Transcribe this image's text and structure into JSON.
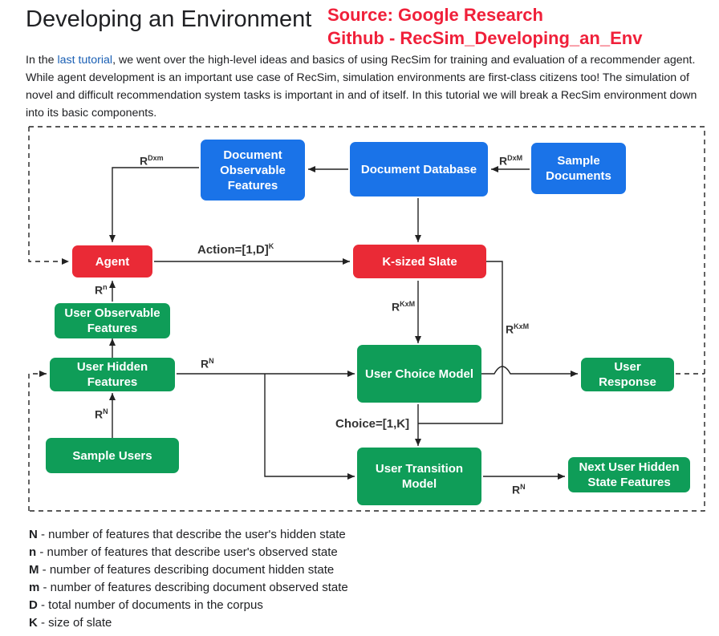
{
  "header": {
    "title": "Developing an Environment",
    "source_line1": "Source: Google Research",
    "source_line2": "Github - RecSim_Developing_an_Env"
  },
  "intro": {
    "before_link": "In the ",
    "link": "last tutorial",
    "after_link": ", we went over the high-level ideas and basics of using RecSim for training and evaluation of a recommender agent. While agent development is an important use case of RecSim, simulation environments are first-class citizens too! The simulation of novel and difficult recommendation system tasks is important in and of itself. In this tutorial we will break a RecSim environment down into its basic components."
  },
  "boxes": {
    "doc_observable": "Document Observable Features",
    "doc_database": "Document Database",
    "sample_documents": "Sample Documents",
    "agent": "Agent",
    "k_sized_slate": "K-sized Slate",
    "user_observable": "User Observable Features",
    "user_hidden": "User Hidden Features",
    "user_choice": "User Choice Model",
    "user_response": "User Response",
    "sample_users": "Sample Users",
    "user_transition": "User Transition Model",
    "next_user_hidden": "Next User Hidden State Features"
  },
  "labels": {
    "r_dxm_left": {
      "base": "R",
      "sup": "Dxm"
    },
    "r_dxm_right": {
      "base": "R",
      "sup": "DxM"
    },
    "action": {
      "base": "Action=[1,D]",
      "sup": "K"
    },
    "r_n_small": {
      "base": "R",
      "sup": "n"
    },
    "r_kxm_center": {
      "base": "R",
      "sup": "KxM"
    },
    "r_kxm_right": {
      "base": "R",
      "sup": "KxM"
    },
    "r_N_hidden": {
      "base": "R",
      "sup": "N"
    },
    "r_N_sample": {
      "base": "R",
      "sup": "N"
    },
    "choice": "Choice=[1,K]",
    "r_N_transition": {
      "base": "R",
      "sup": "N"
    }
  },
  "legend": [
    {
      "sym": "N",
      "text": " - number of features that describe the user's hidden state"
    },
    {
      "sym": "n",
      "text": " - number of features that describe user's observed state"
    },
    {
      "sym": "M",
      "text": " - number of features describing document hidden state"
    },
    {
      "sym": "m",
      "text": " - number of features describing document observed state"
    },
    {
      "sym": "D",
      "text": " - total number of documents in the corpus"
    },
    {
      "sym": "K",
      "text": " - size of slate"
    }
  ],
  "colors": {
    "blue": "#1a73e8",
    "red": "#ea2a36",
    "green": "#0f9d58",
    "source_red": "#f0203a",
    "line": "#222222"
  }
}
